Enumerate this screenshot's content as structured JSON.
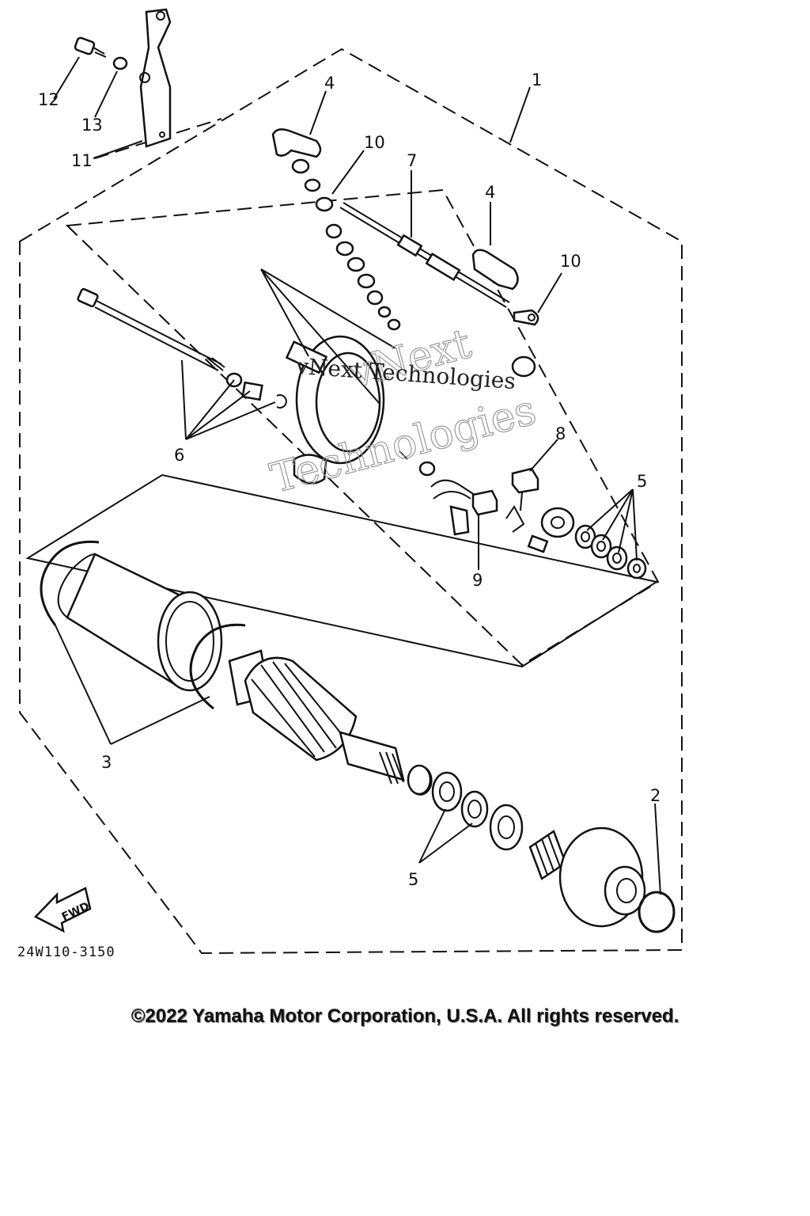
{
  "diagram": {
    "callouts": [
      "1",
      "2",
      "3",
      "4",
      "4",
      "5",
      "5",
      "6",
      "7",
      "8",
      "9",
      "10",
      "10",
      "11",
      "12",
      "13"
    ],
    "code": "24W110-3150",
    "fwd_label": "FWD"
  },
  "watermark": {
    "line1": "vNext",
    "line2": "Technologies",
    "overlay": "vNext Technologies"
  },
  "footer": {
    "copyright": "©2022 Yamaha Motor Corporation, U.S.A. All rights reserved."
  }
}
